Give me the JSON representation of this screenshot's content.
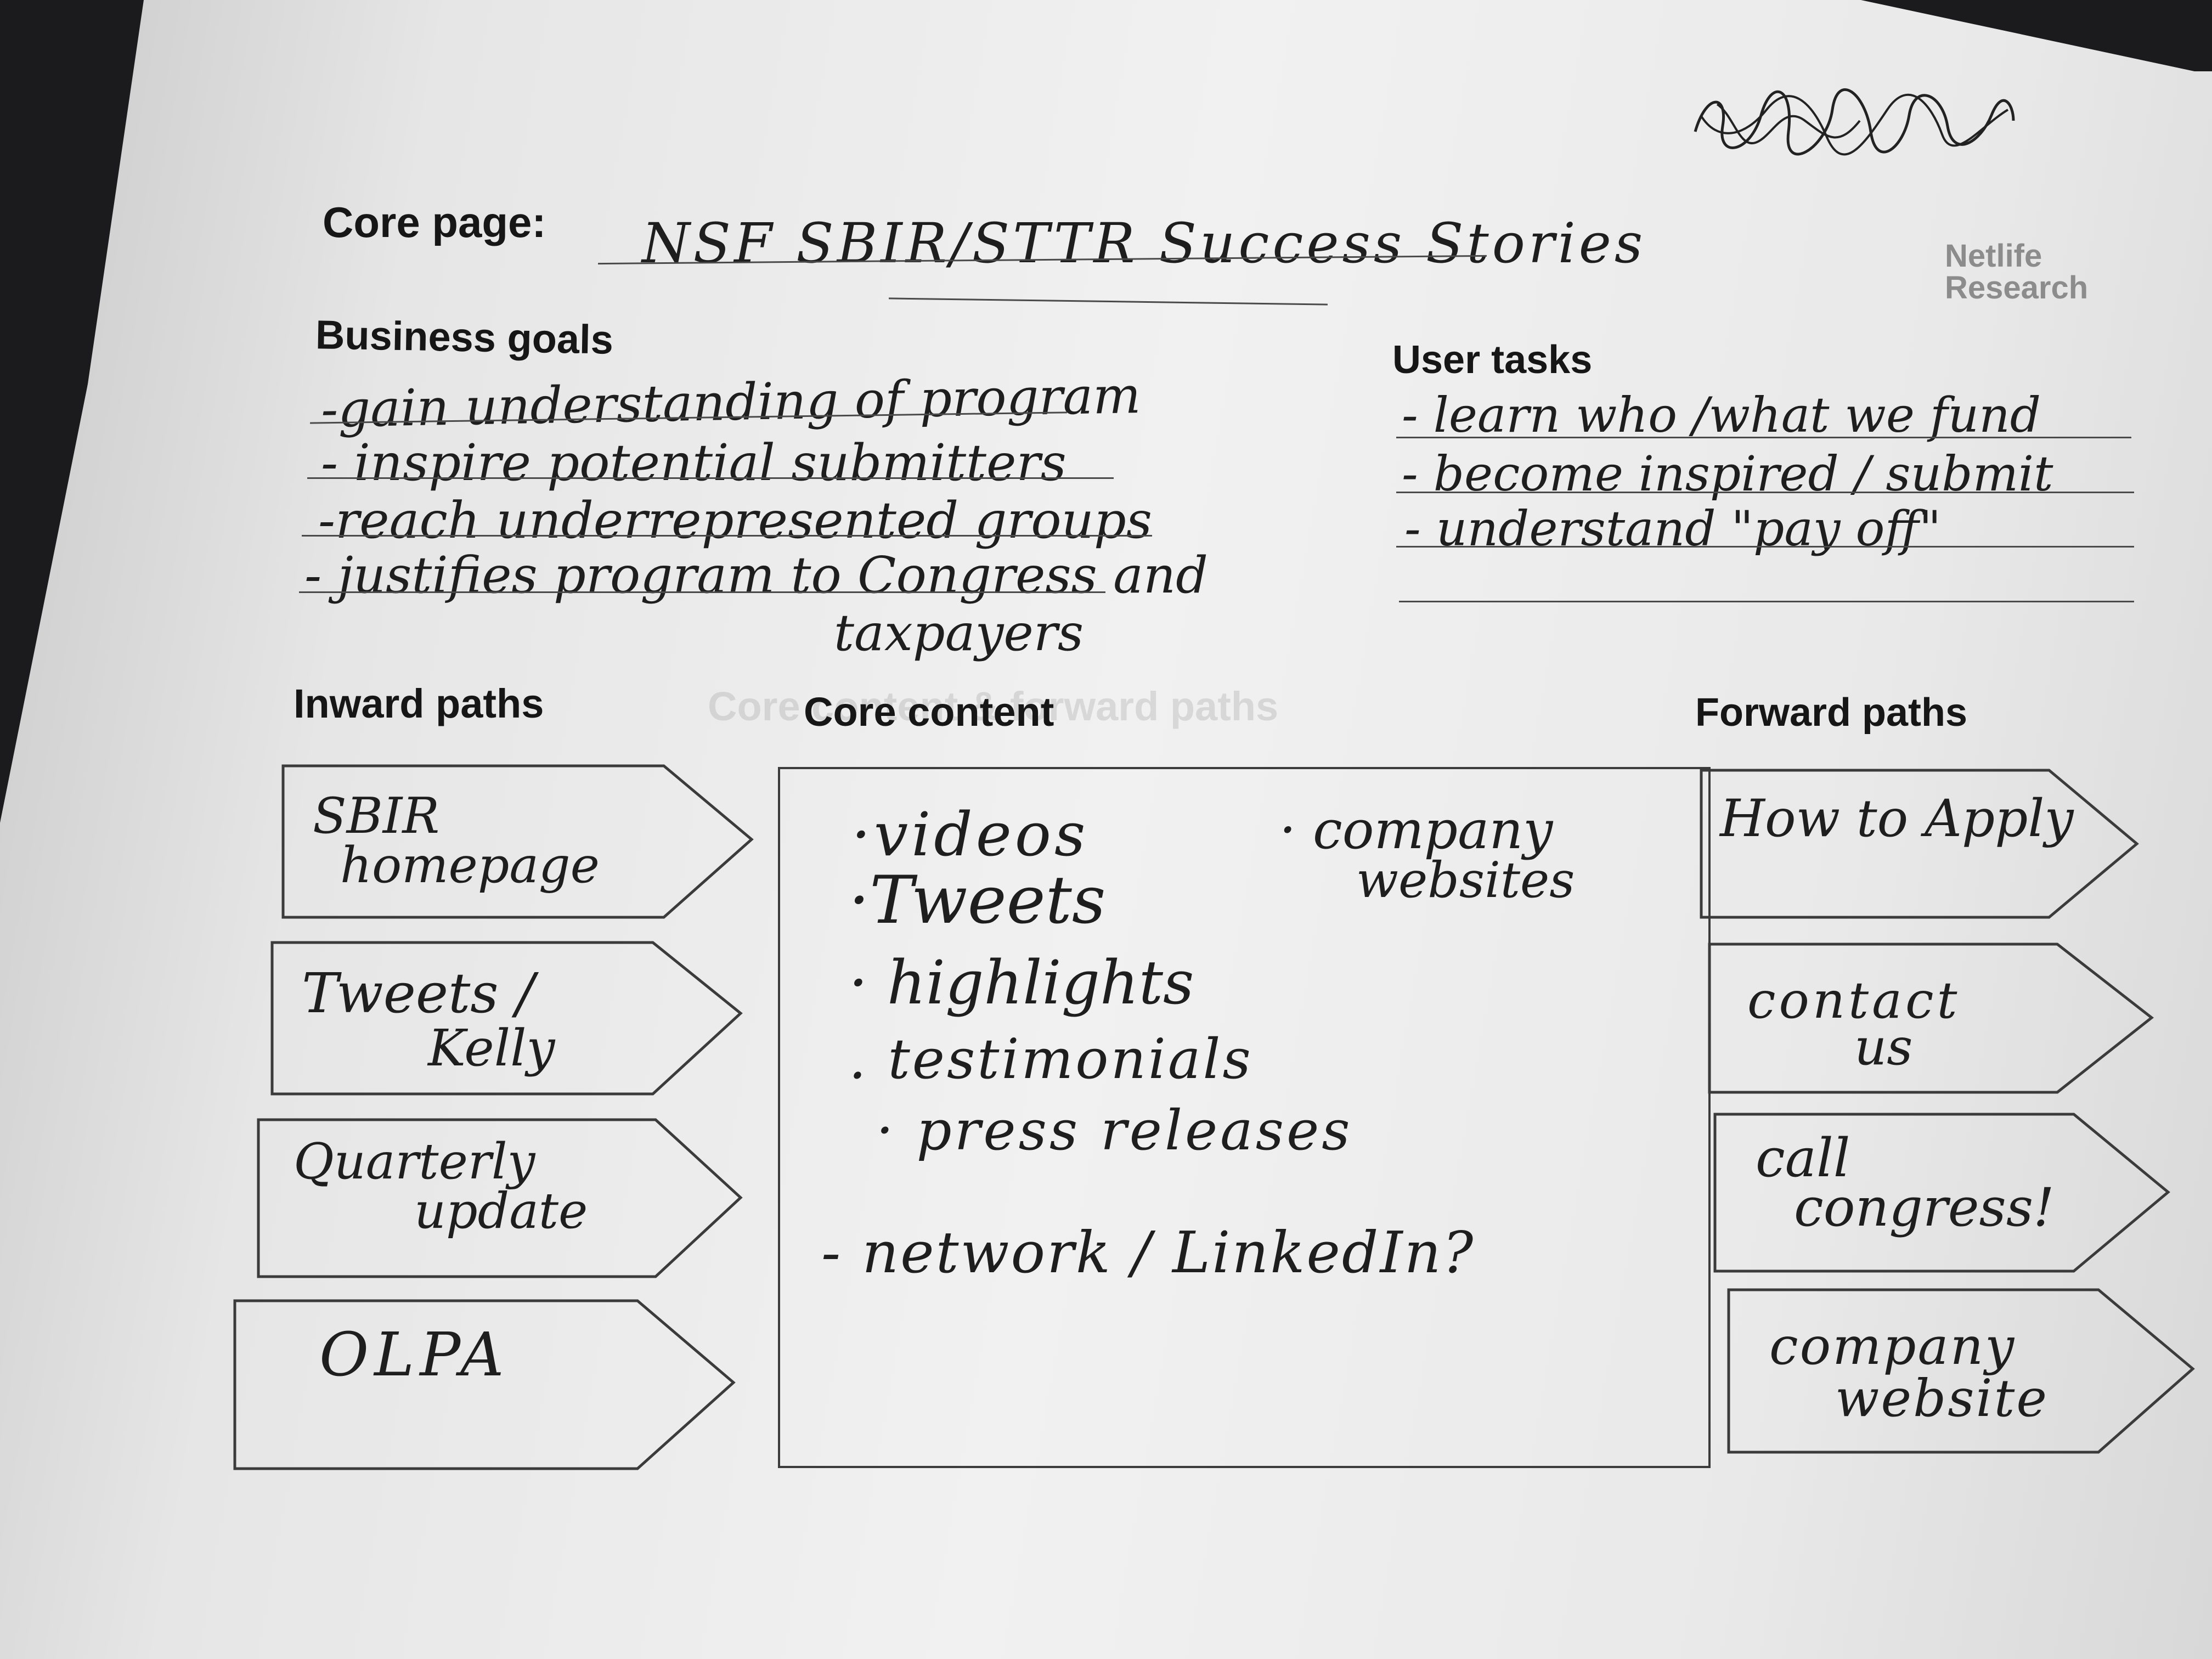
{
  "signature": "scribble",
  "brand": {
    "line1": "Netlife",
    "line2": "Research"
  },
  "core_page": {
    "label": "Core page:",
    "value": "NSF SBIR/STTR Success Stories"
  },
  "business_goals": {
    "label": "Business goals",
    "items": [
      "-gain understanding of program",
      "- inspire potential submitters",
      "-reach underrepresented groups",
      "- justifies program to Congress and",
      "taxpayers"
    ]
  },
  "user_tasks": {
    "label": "User tasks",
    "items": [
      "- learn who /what we fund",
      "- become inspired / submit",
      "- understand \"pay off\""
    ]
  },
  "inward_paths": {
    "label": "Inward paths",
    "items": [
      {
        "line1": "SBIR",
        "line2": "homepage"
      },
      {
        "line1": "Tweets /",
        "line2": "Kelly"
      },
      {
        "line1": "Quarterly",
        "line2": "update"
      },
      {
        "line1": "OLPA",
        "line2": ""
      }
    ]
  },
  "core_content": {
    "label": "Core content",
    "ghost_label": "Core content & forward paths",
    "bullets": [
      "·videos",
      "·Tweets",
      "· highlights",
      ". testimonials",
      "· press releases"
    ],
    "side_bullet": {
      "line1": "· company",
      "line2": "websites"
    },
    "extra": "- network / LinkedIn?"
  },
  "forward_paths": {
    "label": "Forward paths",
    "items": [
      {
        "line1": "How to Apply",
        "line2": ""
      },
      {
        "line1": "contact",
        "line2": "us"
      },
      {
        "line1": "call",
        "line2": "congress!"
      },
      {
        "line1": "company",
        "line2": "website"
      }
    ]
  }
}
